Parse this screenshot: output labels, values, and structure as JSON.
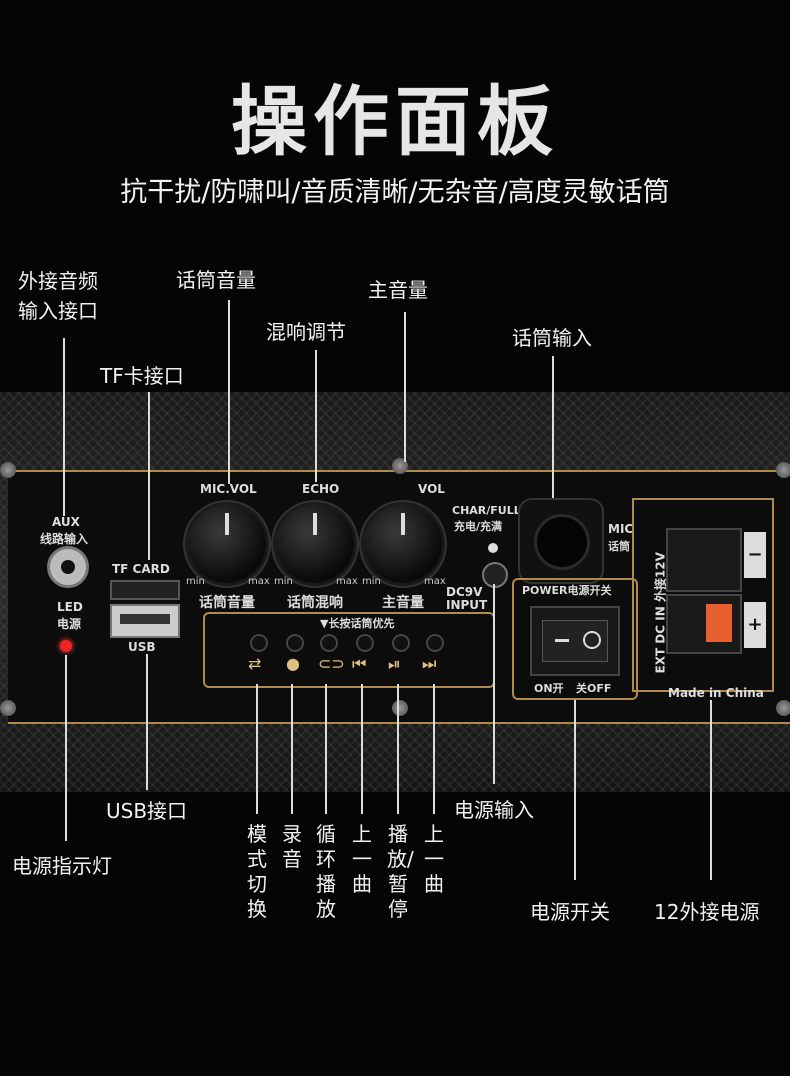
{
  "title": "操作面板",
  "subtitle": "抗干扰/防啸叫/音质清晰/无杂音/高度灵敏话筒",
  "callouts": {
    "aux_input": "外接音频\n输入接口",
    "mic_volume": "话筒音量",
    "master_volume": "主音量",
    "echo": "混响调节",
    "tf_card": "TF卡接口",
    "mic_input": "话筒输入",
    "usb": "USB接口",
    "power_indicator": "电源指示灯",
    "power_input": "电源输入",
    "power_switch": "电源开关",
    "ext_power": "12外接电源",
    "mode_switch": "模式切换",
    "record": "录音",
    "loop": "循环播放",
    "prev": "上一曲",
    "play_pause": "播放/暂停",
    "next": "上一曲"
  },
  "panel": {
    "aux": "AUX",
    "aux_cn": "线路输入",
    "led": "LED",
    "led_cn": "电源",
    "tf_card": "TF CARD",
    "usb": "USB",
    "mic_vol": "MIC.VOL",
    "echo": "ECHO",
    "vol": "VOL",
    "min": "min",
    "max": "max",
    "mic_vol_cn": "话筒音量",
    "echo_cn": "话筒混响",
    "vol_cn": "主音量",
    "char_full": "CHAR/FULL",
    "char_full_cn": "充电/充满",
    "dc_input": "DC9V",
    "dc_input2": "INPUT",
    "mic": "MIC",
    "mic_cn": "话筒",
    "long_press": "▼长按话筒优先",
    "power": "POWER电源开关",
    "on": "ON开",
    "off": "关OFF",
    "ext_dc": "EXT DC IN 外接12V",
    "minus": "−",
    "plus": "+",
    "made_in": "Made in China"
  },
  "icons": [
    "mode-icon",
    "record-icon",
    "loop-icon",
    "prev-icon",
    "play-pause-icon",
    "next-icon"
  ]
}
